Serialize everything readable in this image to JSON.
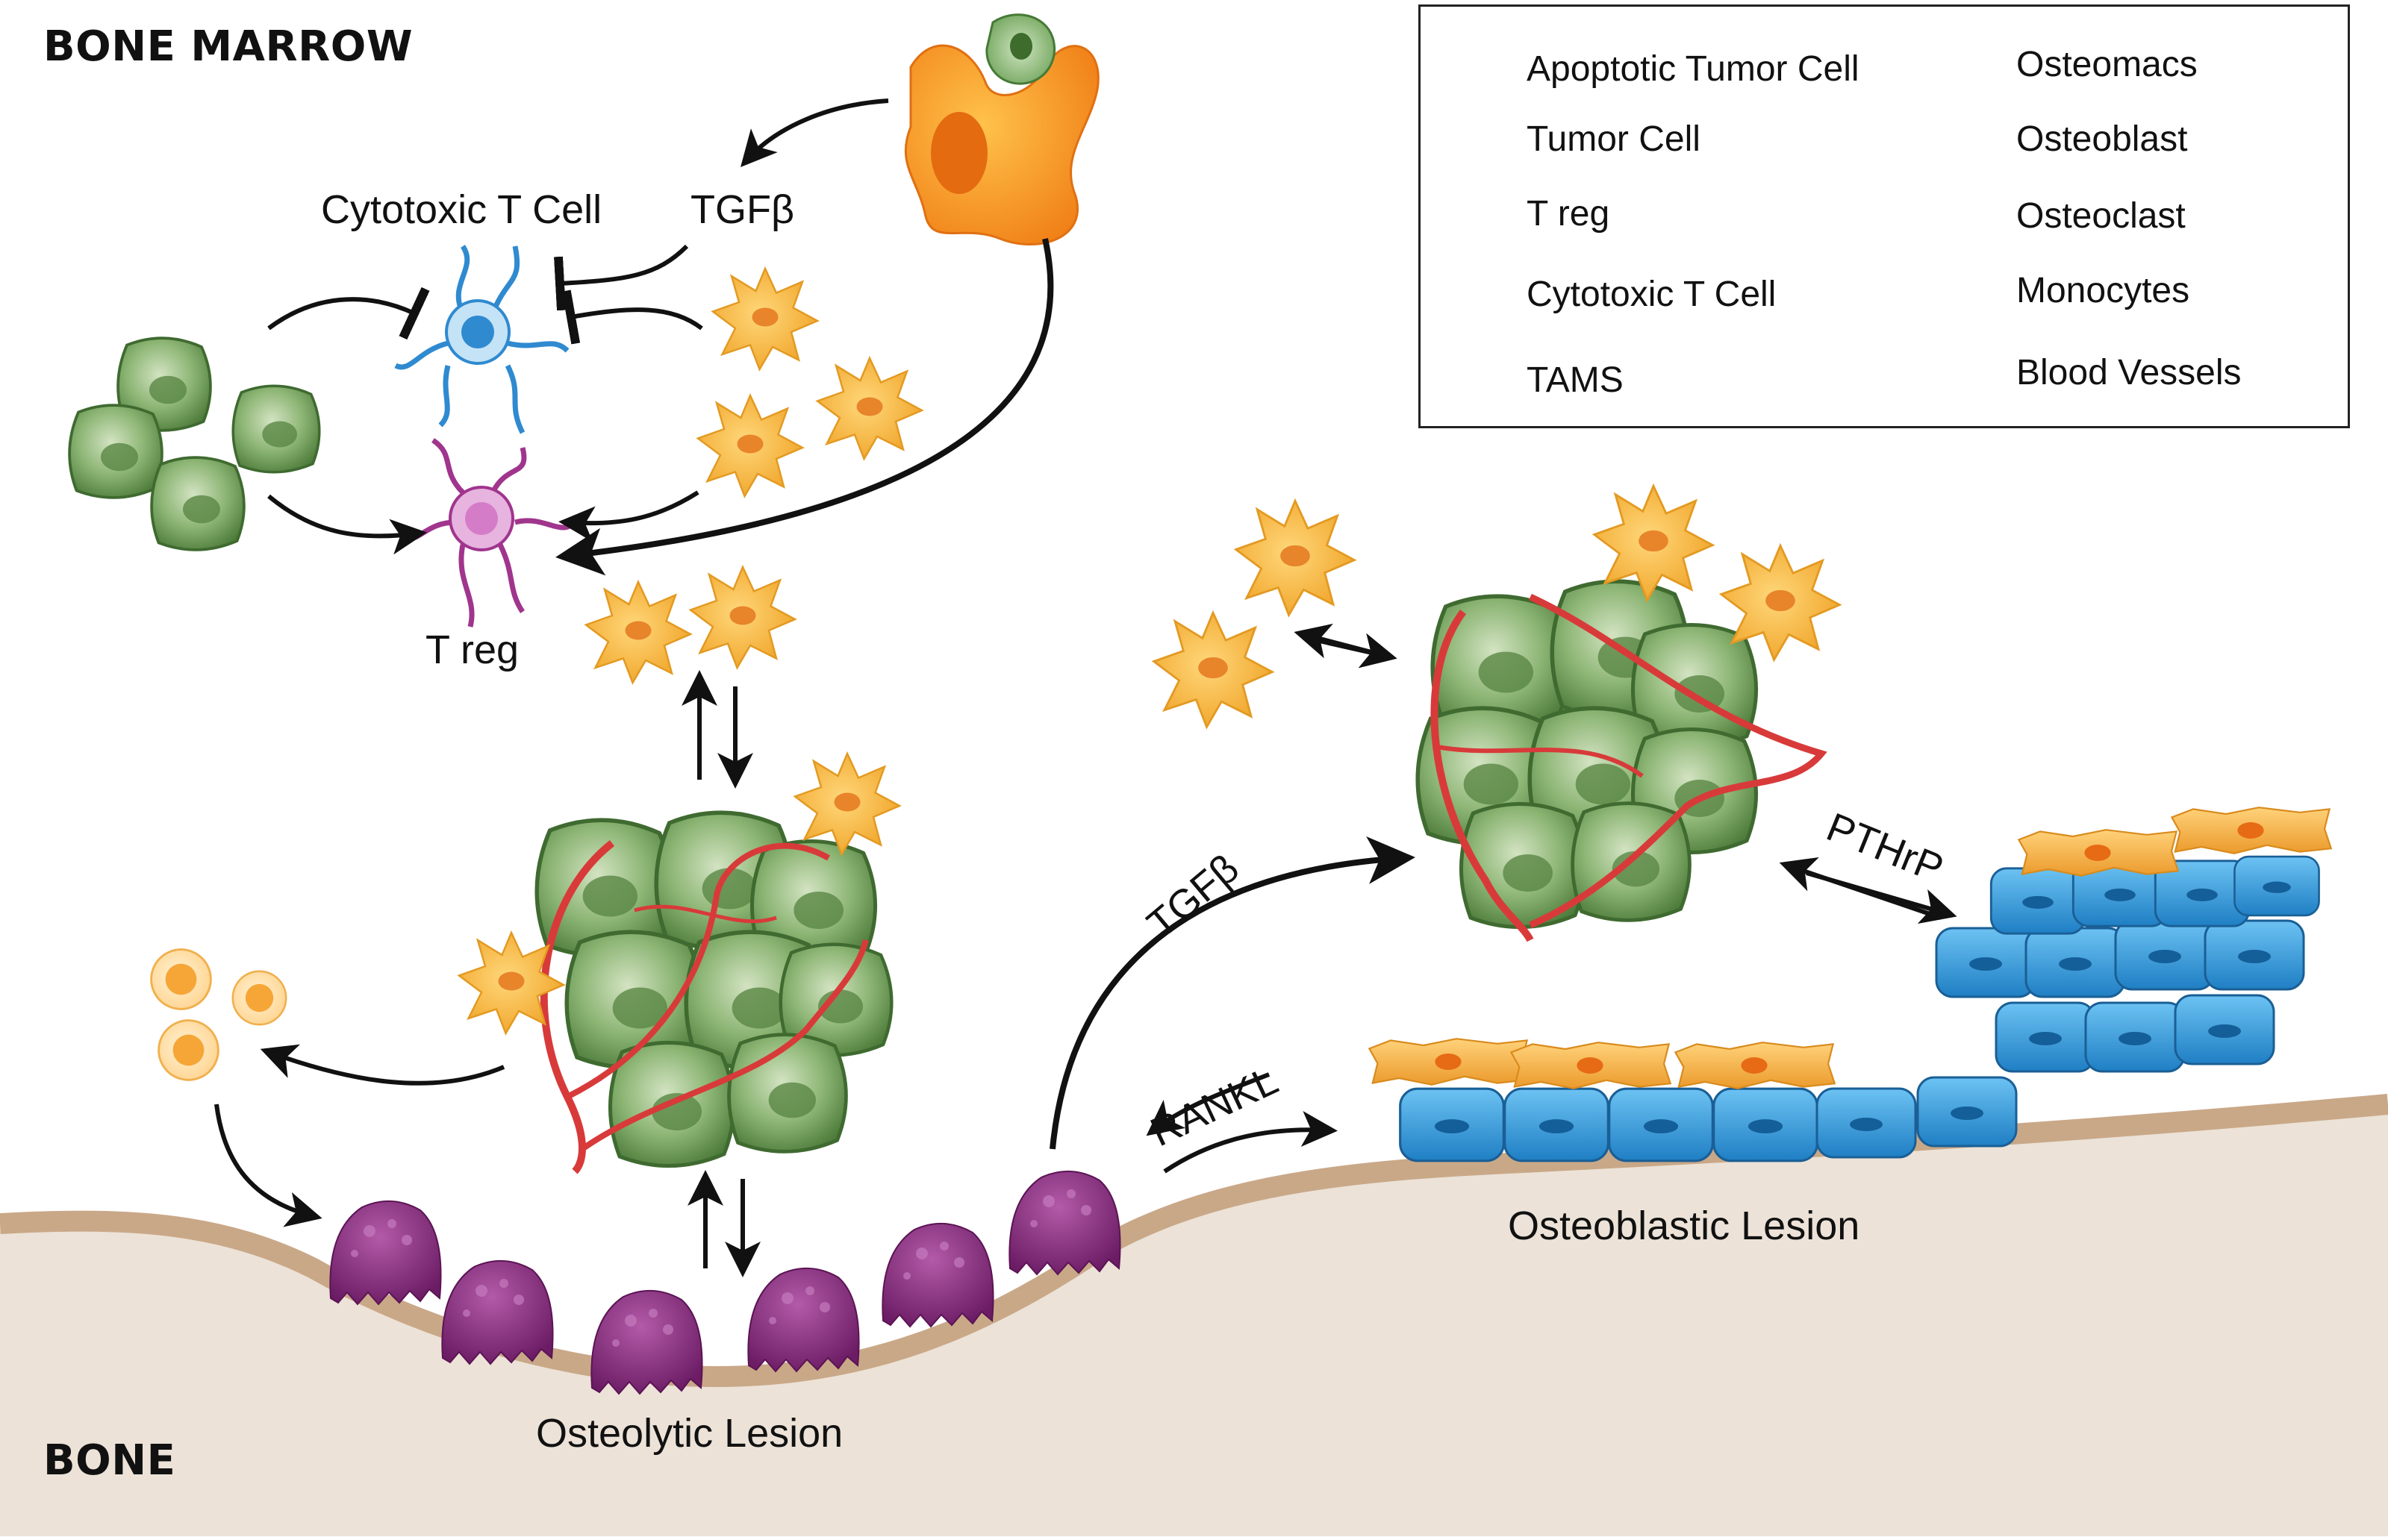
{
  "regions": {
    "bone_marrow": "BONE MARROW",
    "bone": "BONE"
  },
  "labels": {
    "cytotoxic_t_cell": "Cytotoxic T Cell",
    "tgfb_top": "TGFβ",
    "t_reg": "T reg",
    "tgfb_mid": "TGFβ",
    "rankl": "RANKL",
    "pthrp": "PTHrP",
    "osteolytic": "Osteolytic Lesion",
    "osteoblastic": "Osteoblastic Lesion"
  },
  "legend": {
    "items": [
      {
        "label": "Apoptotic Tumor Cell",
        "icon": "apoptotic-tumor-cell-icon"
      },
      {
        "label": "Tumor Cell",
        "icon": "tumor-cell-icon"
      },
      {
        "label": "T reg",
        "icon": "t-reg-icon"
      },
      {
        "label": "Cytotoxic T Cell",
        "icon": "cytotoxic-t-cell-icon"
      },
      {
        "label": "TAMS",
        "icon": "tams-icon"
      },
      {
        "label": "Osteomacs",
        "icon": "osteomacs-icon"
      },
      {
        "label": "Osteoblast",
        "icon": "osteoblast-icon"
      },
      {
        "label": "Osteoclast",
        "icon": "osteoclast-icon"
      },
      {
        "label": "Monocytes",
        "icon": "monocytes-icon"
      },
      {
        "label": "Blood Vessels",
        "icon": "blood-vessels-icon"
      }
    ]
  },
  "colors": {
    "tumor": "#7fa86a",
    "tam": "#f7b63c",
    "treg": "#a0358d",
    "ctl": "#2f8ad0",
    "osteoclast": "#8a2a80",
    "osteoblast": "#3a9ee0",
    "osteomac": "#f2a93a",
    "bone": "#eadfd3",
    "bone_edge": "#c6a584",
    "vessel": "#d83a3a"
  }
}
